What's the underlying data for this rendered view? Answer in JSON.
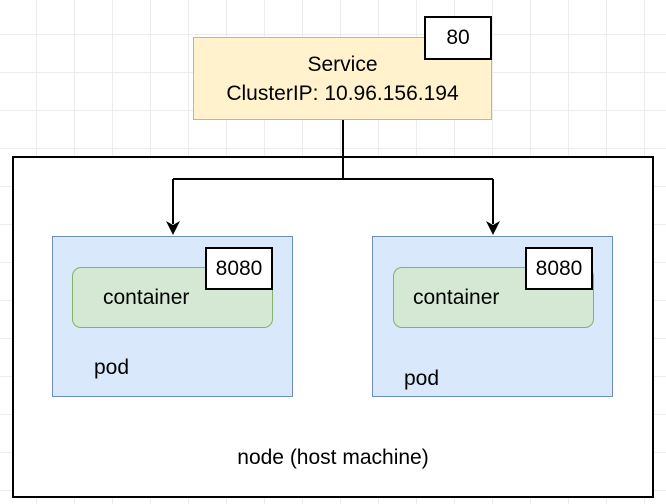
{
  "service": {
    "title": "Service",
    "cluster_ip": "ClusterIP: 10.96.156.194",
    "port": "80"
  },
  "node": {
    "label": "node (host machine)"
  },
  "pods": [
    {
      "label": "pod",
      "container_label": "container",
      "port": "8080"
    },
    {
      "label": "pod",
      "container_label": "container",
      "port": "8080"
    }
  ],
  "colors": {
    "service_fill": "#fff2cc",
    "service_border": "#d6b656",
    "pod_fill": "#dae8fc",
    "pod_border": "#6c8ebf",
    "container_fill": "#d5e8d4",
    "container_border": "#82b366"
  }
}
